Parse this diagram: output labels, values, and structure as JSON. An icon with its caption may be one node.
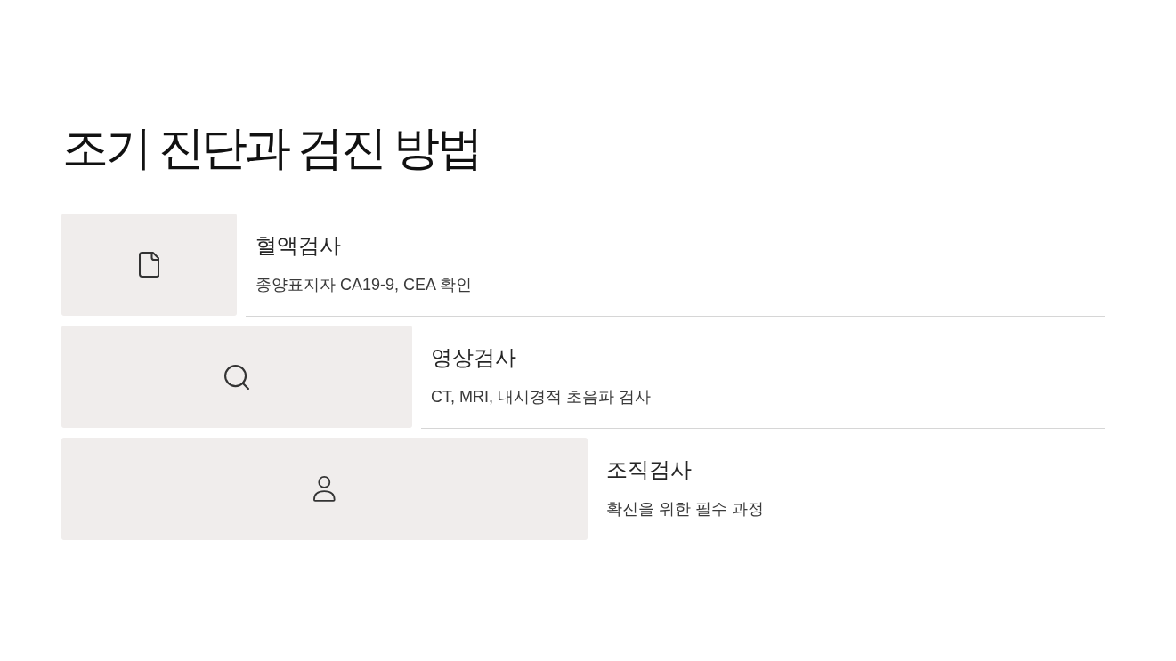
{
  "diagram": {
    "title": "조기 진단과 검진 방법",
    "nodes": [
      {
        "text": [
          "혈액검사",
          "종양표지자 CA19-9, CEA 확인"
        ]
      },
      {
        "text": [
          "영상검사",
          "CT, MRI, 내시경적 초음파 검사"
        ]
      },
      {
        "text": [
          "조직검사",
          "확진을 위한 필수 과정"
        ]
      }
    ]
  }
}
